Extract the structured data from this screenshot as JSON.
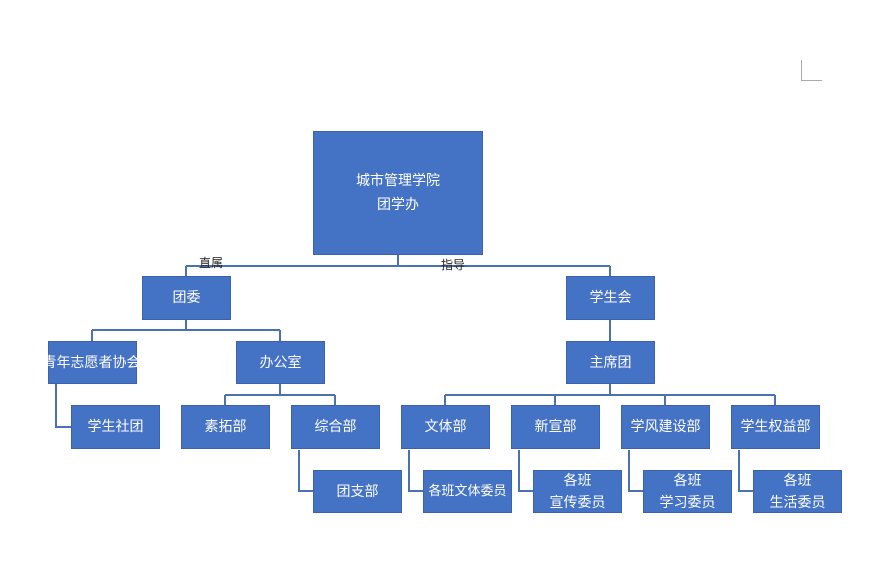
{
  "root": {
    "line1": "城市管理学院",
    "line2": "团学办"
  },
  "edge_labels": {
    "left": "直属",
    "right": "指导"
  },
  "nodes": {
    "tuanwei": "团委",
    "xueshenghui": "学生会",
    "volunteer": "青年志愿者协会",
    "office": "办公室",
    "zhuxituan": "主席团",
    "clubs": "学生社团",
    "sutuo": "素拓部",
    "zonghe": "综合部",
    "wenti": "文体部",
    "xinxuan": "新宣部",
    "xuefeng": "学风建设部",
    "quanyi": "学生权益部",
    "tuanzhibu": "团支部",
    "wenti_rep": "各班文体委员",
    "xuanchuan": {
      "line1": "各班",
      "line2": "宣传委员"
    },
    "xuexi": {
      "line1": "各班",
      "line2": "学习委员"
    },
    "shenghuo": {
      "line1": "各班",
      "line2": "生活委员"
    }
  }
}
